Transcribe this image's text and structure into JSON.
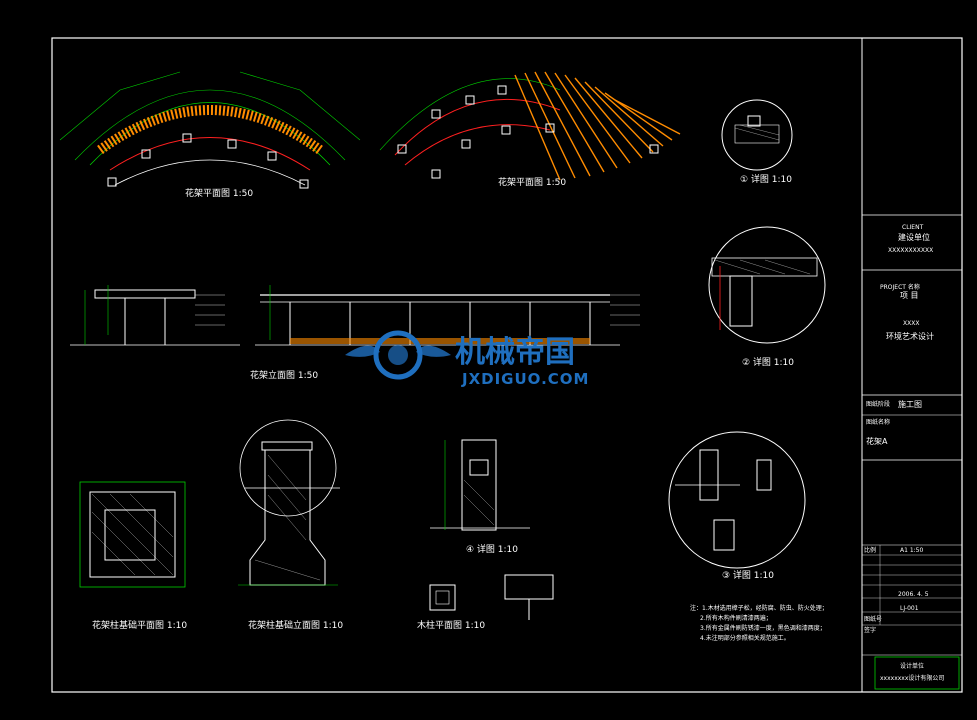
{
  "drawing": {
    "views": {
      "plan_a": "花架平面图 1:50",
      "plan_b": "花架平面图 1:50",
      "elevation": "花架立面图 1:50",
      "footing_plan": "花架柱基础平面图 1:10",
      "footing_section": "花架柱基础立面图 1:10",
      "detail_4": "④ 详图 1:10",
      "post_plan": "木柱平面图 1:10",
      "detail_1": "① 详图 1:10",
      "detail_2": "② 详图 1:10",
      "detail_3": "③ 详图 1:10"
    },
    "notes": [
      "注：1.木材选用樟子松，经防腐、防虫、防火处理；",
      "2.所有木构件刷清漆两遍；",
      "3.所有金属件刷防锈漆一度，黑色调和漆两度；",
      "4.未注明部分参照相关规范施工。"
    ]
  },
  "title_block": {
    "client_label": "CLIENT",
    "client_title": "建设单位",
    "client_value": "XXXXXXXXXXX",
    "project_label": "PROJECT  名称",
    "project_title": "项 目",
    "project_code": "XXXX",
    "project_name": "环境艺术设计",
    "stage_label": "图纸阶段",
    "stage_value": "施工图",
    "drawing_label": "图纸名称",
    "drawing_value": "花架A",
    "scale_label": "比例",
    "scale_value": "A1 1:50",
    "date_value": "2006. 4. 5",
    "number_value": "LJ-001",
    "sheet_label": "图纸号",
    "signature_label": "签字",
    "footer_line1": "设计单位",
    "footer_line2": "xxxxxxxx设计有限公司"
  },
  "watermark": {
    "brand": "机械帝国",
    "domain": "JXDIGUO.COM"
  },
  "colors": {
    "background": "#000000",
    "frame": "#ffffff",
    "dimension": "#00d000",
    "beam": "#ff8c00",
    "centerline": "#ff2020",
    "hatch": "#ffffff"
  }
}
